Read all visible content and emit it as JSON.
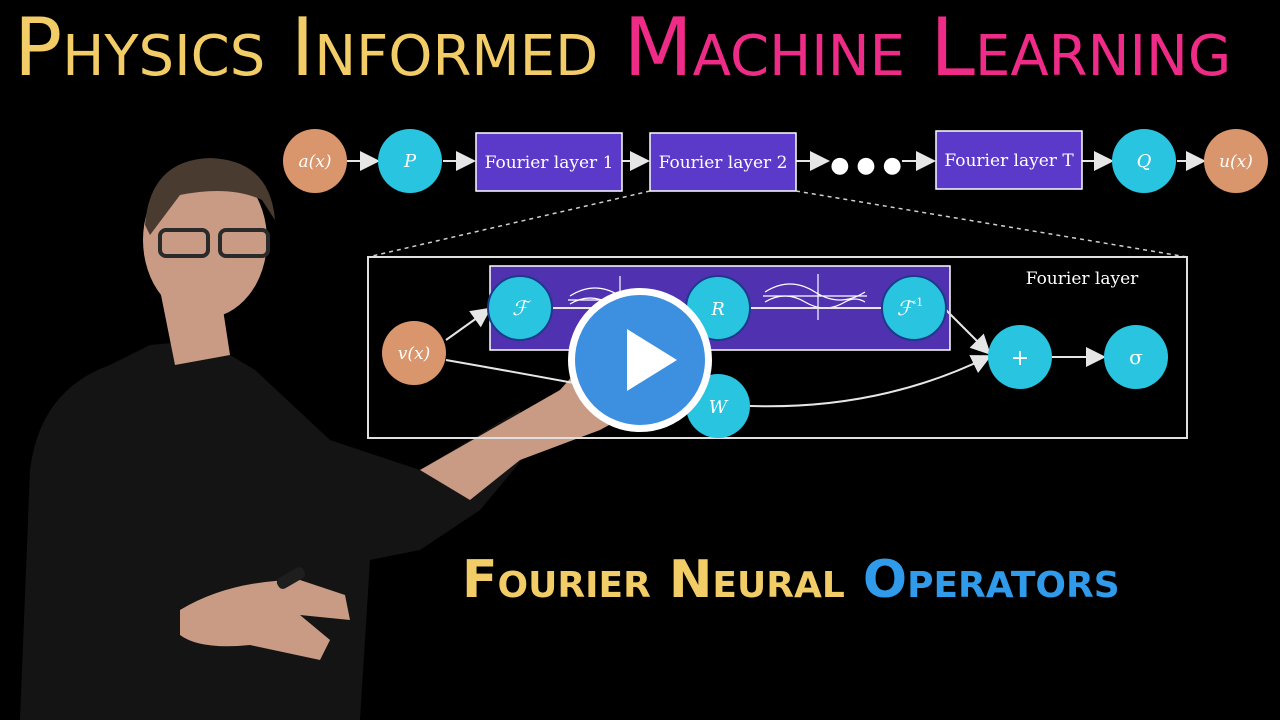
{
  "title": {
    "part1": "Physics Informed ",
    "part2": "Machine Learning"
  },
  "subtitle": {
    "part1": "Fourier Neural ",
    "part2": "Operators"
  },
  "pipeline": {
    "input": "a(x)",
    "lift": "P",
    "layer1": "Fourier layer 1",
    "layer2": "Fourier layer 2",
    "ellipsis": "● ● ●",
    "layerT": "Fourier layer T",
    "project": "Q",
    "output": "u(x)"
  },
  "fourier_layer": {
    "title": "Fourier layer",
    "input": "v(x)",
    "fft": "ℱ",
    "weights": "R",
    "ifft": "ℱ",
    "ifft_sup": "-1",
    "linear": "W",
    "sum": "+",
    "activation": "σ"
  },
  "colors": {
    "title_gold": "#f2cc67",
    "title_pink": "#ee2b86",
    "subtitle_blue": "#2f9bea",
    "node_orange": "#d9956b",
    "node_cyan": "#29c4e0",
    "layer_purple": "#5b39c9",
    "play_blue": "#3d8fe0"
  },
  "icons": {
    "play": "play-icon"
  }
}
